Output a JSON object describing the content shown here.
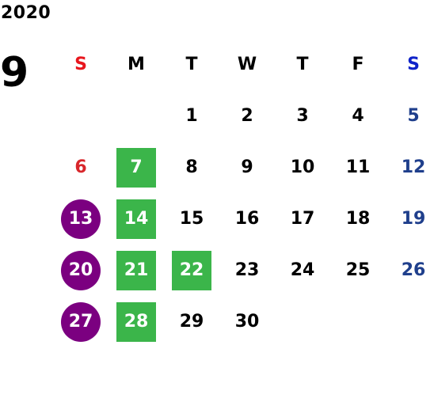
{
  "calendar": {
    "year": "2020",
    "month": "9",
    "weekdays": [
      "S",
      "M",
      "T",
      "W",
      "T",
      "F",
      "S"
    ],
    "first_weekday_index": 2,
    "days_in_month": 30,
    "colors": {
      "text": "#000000",
      "sunday_header": "#e8161d",
      "saturday_header": "#0f23c9",
      "sunday_date": "#d8262b",
      "saturday_date": "#1f3f8c",
      "circle_highlight": "#7b0080",
      "square_highlight": "#3bb54a",
      "highlight_text": "#ffffff"
    },
    "highlights": {
      "circle_days": [
        13,
        20,
        27
      ],
      "square_days": [
        7,
        14,
        21,
        22,
        28
      ]
    }
  }
}
